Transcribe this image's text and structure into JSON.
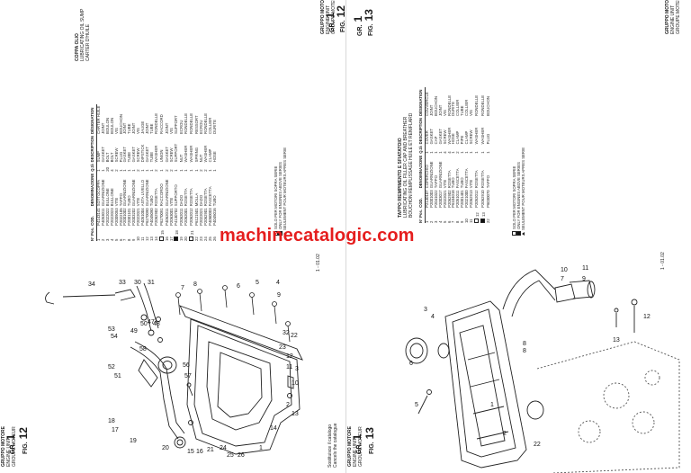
{
  "watermark": "machinecatalogic.com",
  "left_page": {
    "header": {
      "group_label": "GRUPPO MOTORE",
      "group_sub": [
        "ENGINE UNIT",
        "GROUPE MOTEUR"
      ],
      "gr_label": "GR.",
      "gr_value": "1",
      "fig_label": "FIG.",
      "fig_value": "12"
    },
    "section_title": [
      "COPPA OLIO",
      "LUBRICATING OIL SUMP",
      "CARTER D'HUILE"
    ],
    "footer_left": [
      "Sostituisce il catalogo",
      "Cancels the catalogue",
      "Annule le catalogue"
    ],
    "footer_right": "1 - 01.02",
    "table": {
      "headers": [
        "N° Pos.",
        "COD.",
        "DENOMINAZIONE",
        "Q.tà",
        "DESCRIPTION",
        "DÉSIGNATION"
      ],
      "rows": [
        [
          "1",
          "P4143141",
          "SOTTOCOPPA",
          "1",
          "SUMP",
          "CARTER HUILE"
        ],
        [
          "2",
          "P4053011",
          "GUARNIZIONE",
          "1",
          "GASKET",
          "JOINT"
        ],
        [
          "3",
          "P2022022",
          "BULLONE",
          "20",
          "BOLT",
          "BOULON"
        ],
        [
          "4",
          "P2022023",
          "BULLONE",
          "4",
          "BOLT",
          "BOULON"
        ],
        [
          "5",
          "P2009053",
          "VITE",
          "2",
          "SCREW",
          "VIS"
        ],
        [
          "6",
          "P2022105",
          "TAPPO",
          "1",
          "PLUG",
          "BOUCHON"
        ],
        [
          "7",
          "P2001002",
          "GUARNIZIONE",
          "1",
          "GASKET",
          "JOINT"
        ],
        [
          "8",
          "P2001101",
          "TUBO",
          "1",
          "TUBE",
          "TUBE"
        ],
        [
          "9",
          "P2003202",
          "GUARNIZIONE",
          "1",
          "GASKET",
          "JOINT"
        ],
        [
          "10",
          "P2022021",
          "VITE",
          "2",
          "SCREW",
          "VIS"
        ],
        [
          "11",
          "P4051004",
          "ASTA LIVELLO",
          "1",
          "DIPSTICK",
          "JAUGE"
        ],
        [
          "12",
          "P6270090",
          "GUARNIZIONE",
          "1",
          "GASKET",
          "JOINT"
        ],
        [
          "13",
          "P4045090",
          "TUBO",
          "1",
          "TUBE",
          "TUBE"
        ],
        [
          "14",
          "P2062902",
          "ROSETTA",
          "2",
          "WASHER",
          "RONDELLE"
        ],
        [
          "15",
          "P6270091",
          "RACCORDO",
          "1",
          "UNION",
          "RACCORD"
        ],
        [
          "16",
          "P4062011",
          "GUARNIZIONE",
          "2",
          "GASKET",
          "JOINT"
        ],
        [
          "17",
          "P2063001",
          "VITE",
          "2",
          "SCREW",
          "VIS"
        ],
        [
          "18",
          "P4130702",
          "SUPPORTO",
          "1",
          "SUPPORT",
          "SUPPORT"
        ],
        [
          "19",
          "P2062011",
          "DADO",
          "1",
          "NUT",
          "ECROU"
        ],
        [
          "20",
          "P2062001",
          "ROSETTA",
          "1",
          "WASHER",
          "RONDELLE"
        ],
        [
          "21",
          "P2062012",
          "ROSETTA",
          "1",
          "WASHER",
          "RONDELLE"
        ],
        [
          "22",
          "P6121501",
          "MOLLA",
          "1",
          "SPRING",
          "RESSORT"
        ],
        [
          "23",
          "P2022021",
          "DADO",
          "2",
          "NUT",
          "ECROU"
        ],
        [
          "24",
          "P2062901",
          "ROSETTA",
          "2",
          "WASHER",
          "RONDELLE"
        ],
        [
          "25",
          "P4060003",
          "FASCETTA",
          "1",
          "CLAMP",
          "COLLIER"
        ],
        [
          "26",
          "P4045016",
          "TUBO",
          "1",
          "HOSE",
          "DURITE"
        ]
      ],
      "marks": [
        "",
        "",
        "",
        "",
        "",
        "",
        "",
        "",
        "",
        "",
        "",
        "",
        "",
        "",
        "sq",
        "",
        "",
        "sqf",
        "",
        "",
        "sq",
        "",
        "",
        "",
        "",
        ""
      ]
    },
    "notes": [
      {
        "mark": "sq",
        "text": "SOLO PER MOTORI SOPRA SERIE"
      },
      {
        "mark": "sqf",
        "text": "ONLY FOR ENGINES ABOVE SERIES"
      },
      {
        "mark": "tri",
        "text": "SEULEMENT POUR MOTEURS APRES SERIE"
      }
    ],
    "callouts": [
      "1",
      "2",
      "3",
      "4",
      "5",
      "6",
      "7",
      "8",
      "9",
      "10",
      "11",
      "12",
      "13",
      "14",
      "15",
      "16",
      "17",
      "18",
      "19",
      "20",
      "21",
      "22",
      "23",
      "24",
      "25",
      "26",
      "30",
      "31",
      "32",
      "33",
      "34",
      "47",
      "48",
      "49",
      "50",
      "51",
      "52",
      "53",
      "56",
      "57",
      "58"
    ]
  },
  "right_page": {
    "header": {
      "group_label": "GRUPPO MOTORE",
      "group_sub": [
        "ENGINE UNIT",
        "GROUPE MOTEUR"
      ],
      "gr_label": "GR.",
      "gr_value": "1",
      "fig_label": "FIG.",
      "fig_value": "13"
    },
    "section_title": [
      "TAPPO RIEMPIMENTO E SFIATATOIO",
      "LUBRICATING OIL FILLER CAP AND BREATHER",
      "BOUCHON REMPLISSAGE HUILE ET RENIFLARD"
    ],
    "footer_left": [
      "Sostituisce il catalogo",
      "Cancels the catalogue",
      "Annule le catalogue"
    ],
    "footer_right": "1 - 01.02",
    "table": {
      "headers": [
        "N° Pos.",
        "COD.",
        "DENOMINAZIONE",
        "Q.tà",
        "DESCRIPTION",
        "DÉSIGNATION"
      ],
      "rows": [
        [
          "1",
          "P2130107",
          "COPERCHIO",
          "1",
          "COVER",
          "COUVERCLE"
        ],
        [
          "2",
          "P2001003",
          "GUARNIZIONE",
          "1",
          "GASKET",
          "JOINT"
        ],
        [
          "3",
          "P2041022",
          "TAPPO",
          "1",
          "CAP",
          "BOUCHON"
        ],
        [
          "4",
          "P2003017",
          "GUARNIZIONE",
          "1",
          "GASKET",
          "JOINT"
        ],
        [
          "5",
          "P2022021",
          "VITE",
          "4",
          "SCREW",
          "VIS"
        ],
        [
          "6",
          "P2062902",
          "ROSETTA",
          "4",
          "WASHER",
          "RONDELLE"
        ],
        [
          "7",
          "P6104018",
          "TUBO",
          "1",
          "HOSE",
          "DURITE"
        ],
        [
          "8",
          "P2051011",
          "FASCETTA",
          "2",
          "CLAMP",
          "COLLIER"
        ],
        [
          "9",
          "P2001401",
          "TUBO",
          "1",
          "PIPE",
          "TUBE"
        ],
        [
          "10",
          "P2021000",
          "FASCETTA",
          "1",
          "CLAMP",
          "COLLIER"
        ],
        [
          "11",
          "P2062913",
          "VITE",
          "1",
          "SCREW",
          "VIS"
        ],
        [
          "12",
          "P2052012",
          "ROSETTA",
          "1",
          "WASHER",
          "RONDELLE"
        ],
        [
          "13",
          "P2062910",
          "ROSETTA",
          "1",
          "WASHER",
          "RONDELLE"
        ],
        [
          "22",
          "P6030070",
          "TAPPO",
          "1",
          "PLUG",
          "BOUCHON"
        ]
      ],
      "marks": [
        "",
        "",
        "",
        "",
        "",
        "",
        "",
        "",
        "",
        "",
        "",
        "sq",
        "sqf",
        ""
      ]
    },
    "notes": [
      {
        "mark": "sq",
        "text": "SOLO PER MOTORI SOPRA SERIE"
      },
      {
        "mark": "sqf",
        "text": "ONLY FOR ENGINES ABOVE SERIES"
      },
      {
        "mark": "tri",
        "text": "SEULEMENT POUR MOTEURS APRES SERIE"
      }
    ],
    "callouts": [
      "1",
      "2",
      "3",
      "4",
      "5",
      "6",
      "7",
      "8",
      "9",
      "10",
      "11",
      "12",
      "13",
      "22"
    ]
  }
}
